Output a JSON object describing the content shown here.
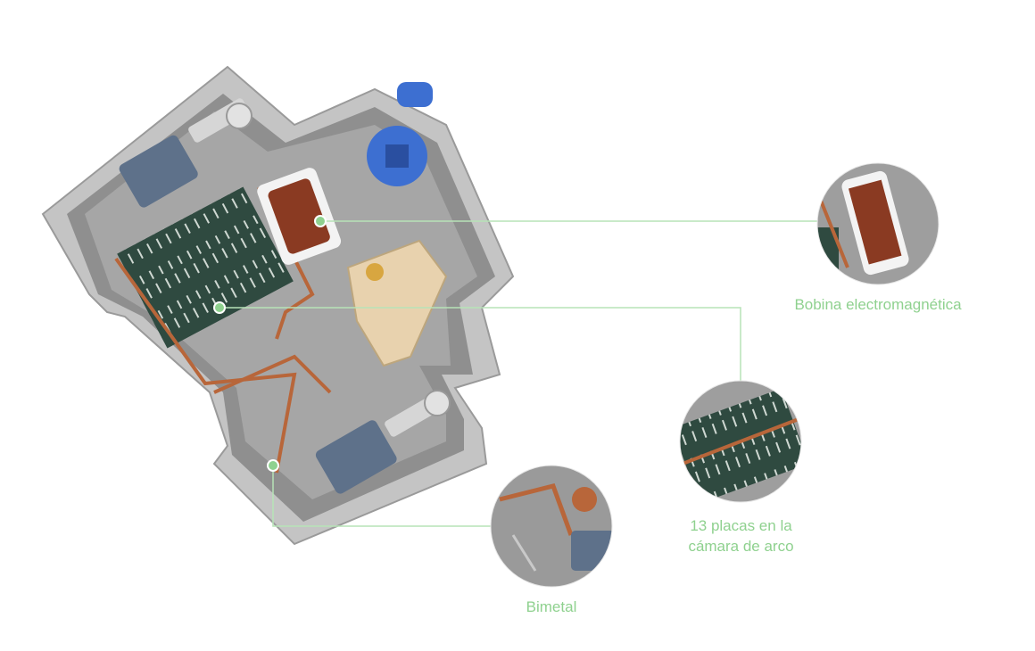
{
  "callouts": {
    "coil": {
      "label": "Bobina electromagnética"
    },
    "arc_chamber": {
      "line1": "13 placas en la",
      "line2": "cámara de arco"
    },
    "bimetal": {
      "label": "Bimetal"
    }
  },
  "colors": {
    "accent": "#8fd18f",
    "housing": "#b9b9b9",
    "housing_inner": "#8e8e8e",
    "arc_plates": "#2f4a40",
    "copper": "#b8663a",
    "handle": "#3d6fd1",
    "mechanism": "#e8d2ae",
    "clamp": "#5c6f86"
  }
}
